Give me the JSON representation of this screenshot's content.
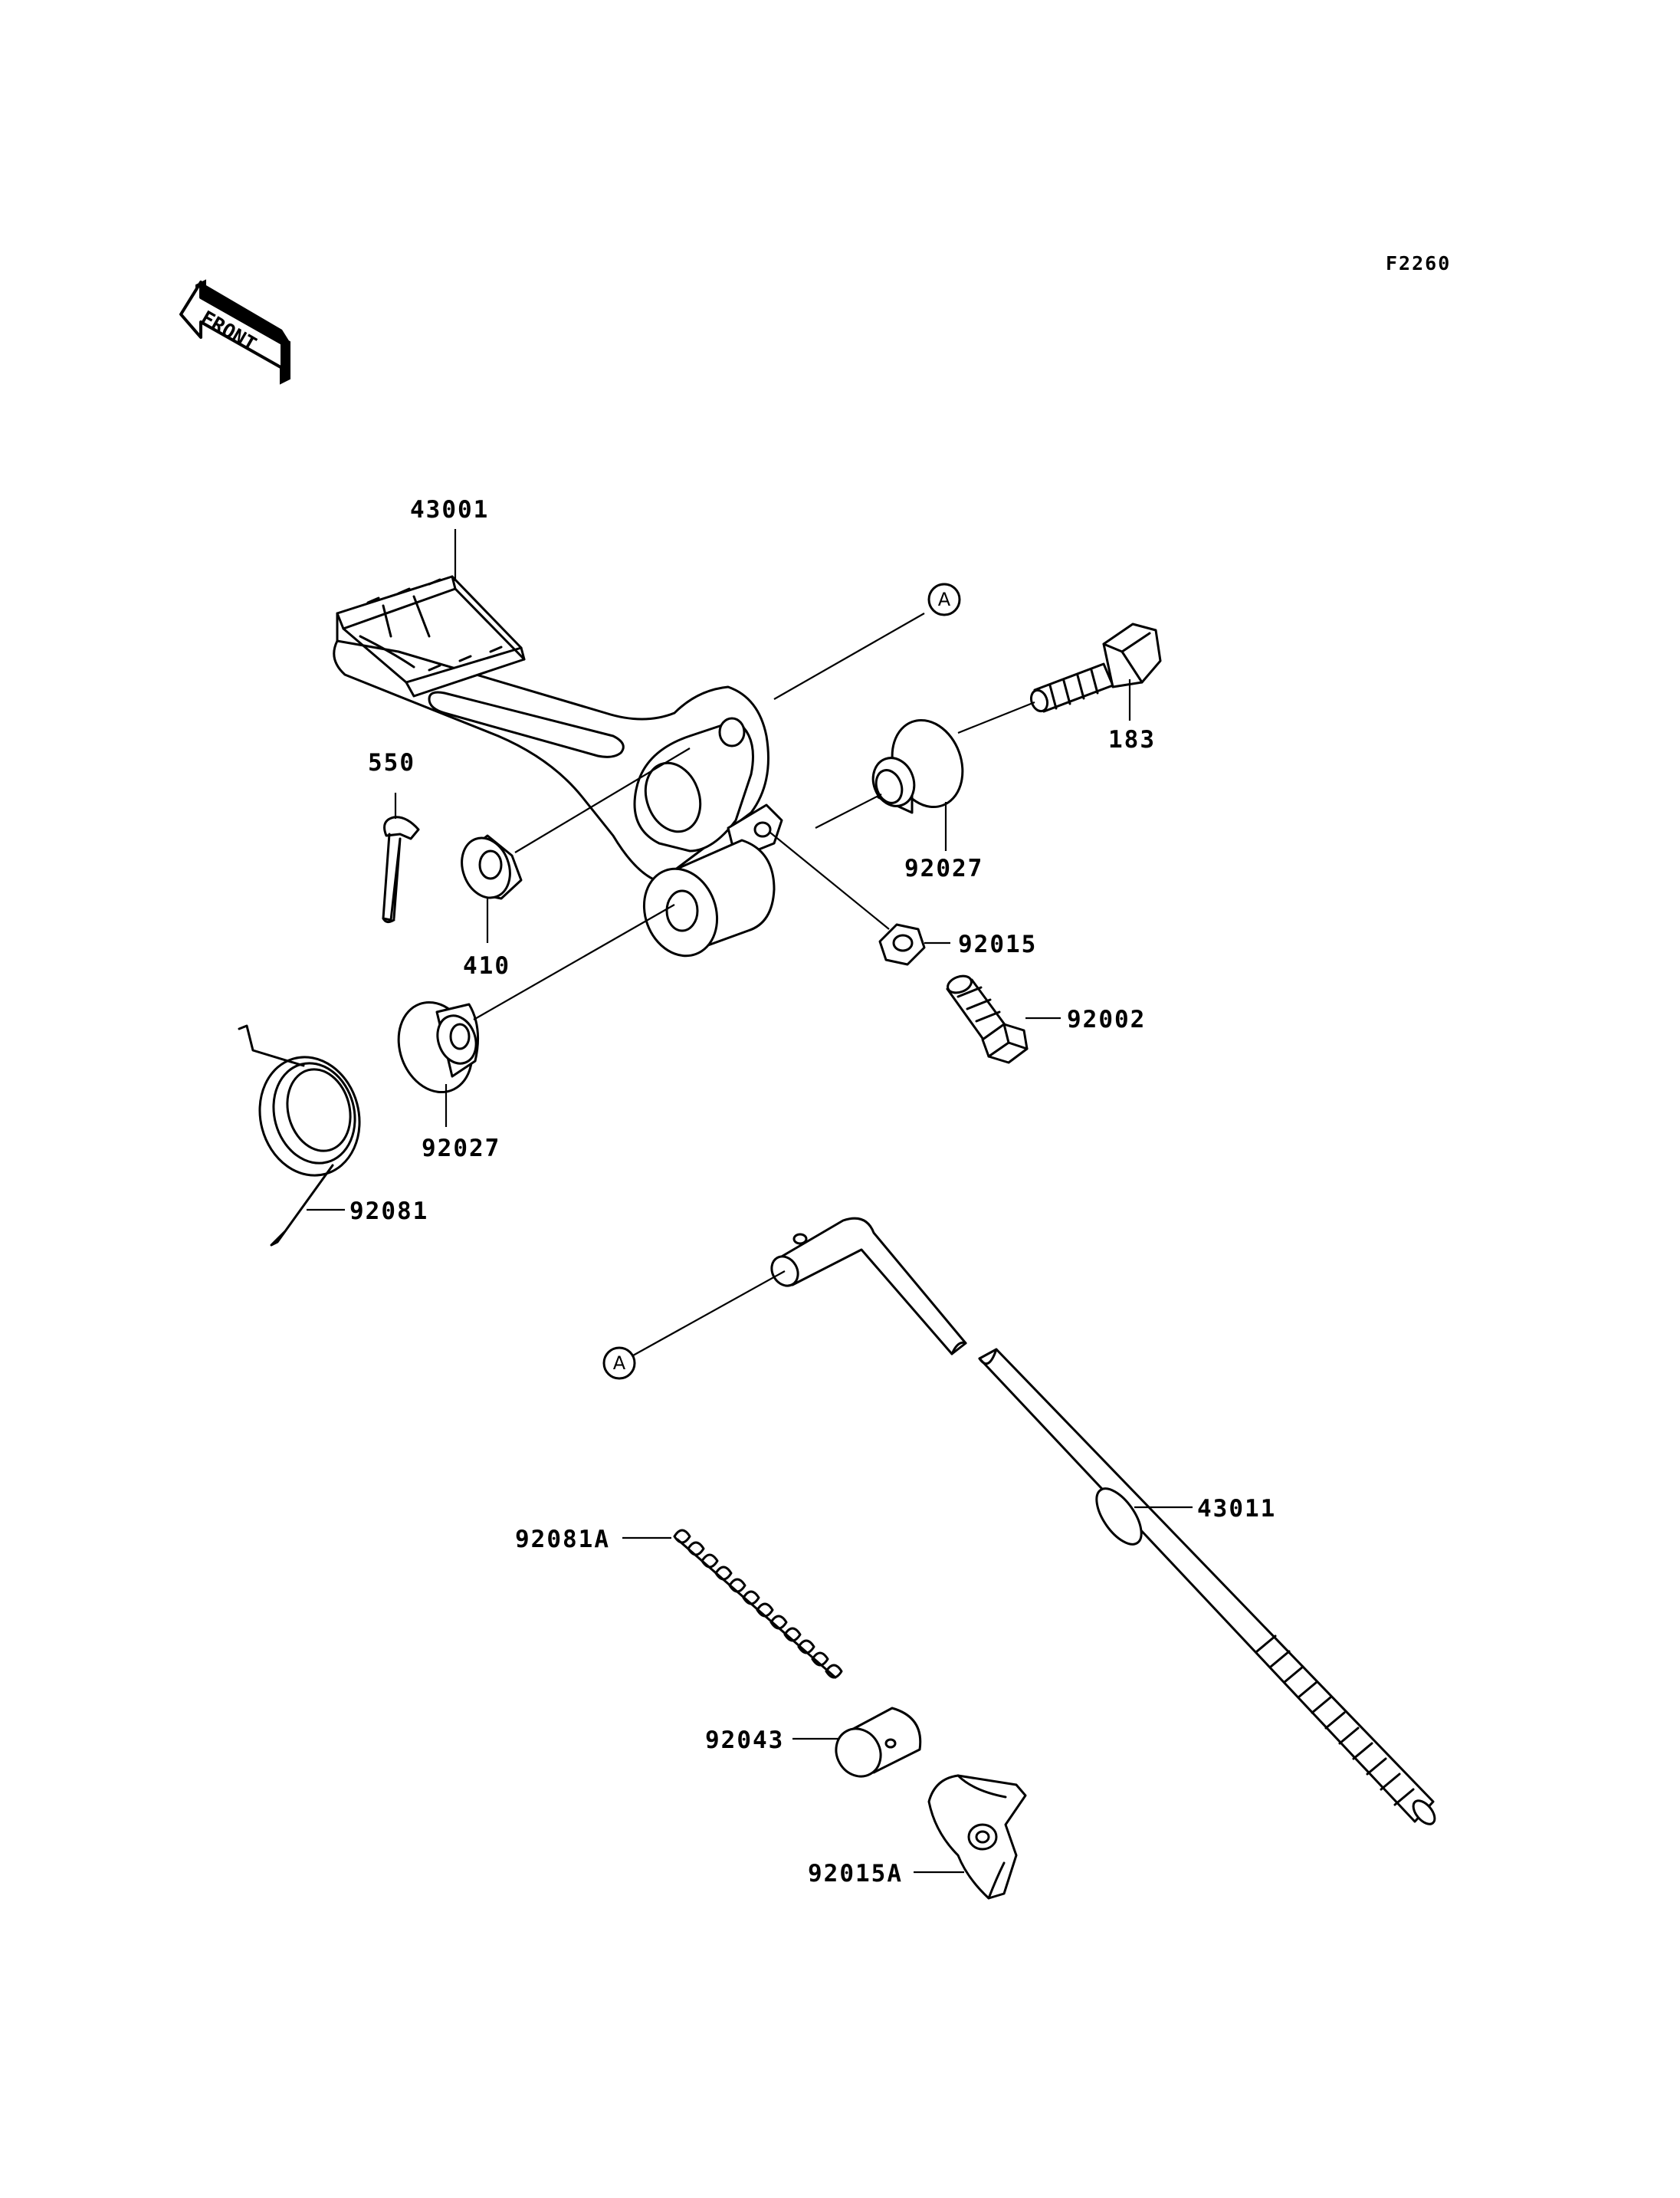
{
  "diagram": {
    "code": "F2260",
    "front_label": "FRONT",
    "ref_marker": "A",
    "parts": {
      "p43001": "43001",
      "p183": "183",
      "p550": "550",
      "p410": "410",
      "p92027_upper": "92027",
      "p92027_lower": "92027",
      "p92015": "92015",
      "p92002": "92002",
      "p92081": "92081",
      "p43011": "43011",
      "p92081A": "92081A",
      "p92043": "92043",
      "p92015A": "92015A"
    }
  }
}
